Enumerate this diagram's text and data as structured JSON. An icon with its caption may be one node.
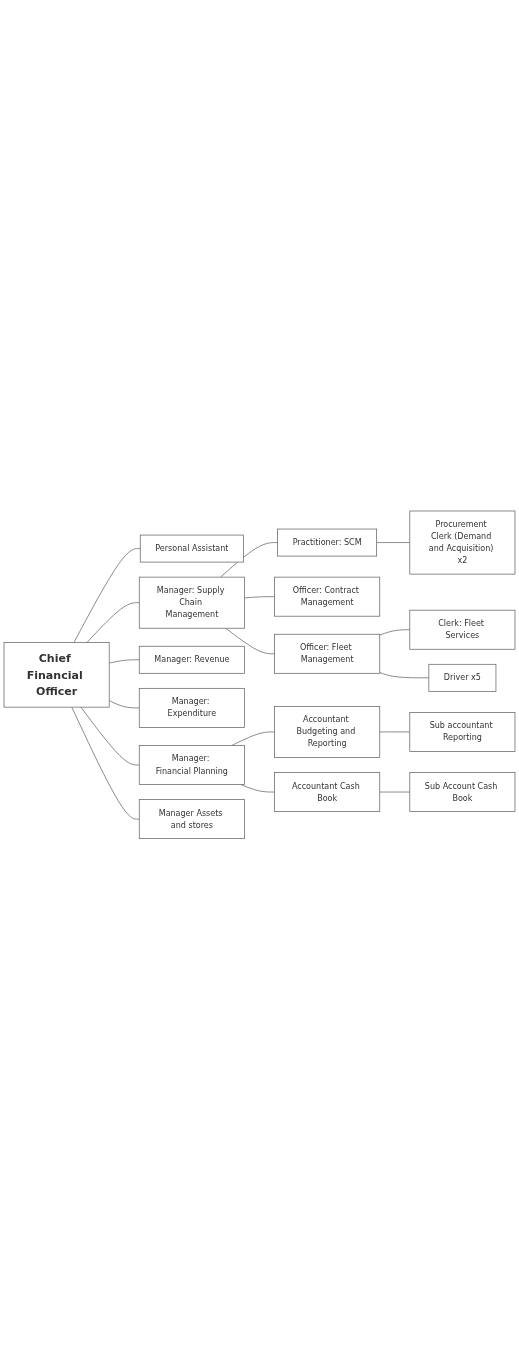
{
  "diagram": {
    "nodes": [
      {
        "text": [
          "Chief Financial Officer"
        ]
      },
      {
        "text": [
          "Personal Assistant"
        ]
      },
      {
        "text": [
          "Manager: Supply Chain Management"
        ]
      },
      {
        "text": [
          "Manager: Revenue"
        ]
      },
      {
        "text": [
          "Manager: Expenditure"
        ]
      },
      {
        "text": [
          "Manager: Financial Planning"
        ]
      },
      {
        "text": [
          "Manager Assets and stores"
        ]
      },
      {
        "text": [
          "Practitioner: SCM"
        ]
      },
      {
        "text": [
          "Officer: Contract Management"
        ]
      },
      {
        "text": [
          "Officer: Fleet Management"
        ]
      },
      {
        "text": [
          "Procurement Clerk (Demand and Acquisition) x2"
        ]
      },
      {
        "text": [
          "Clerk: Fleet Services"
        ]
      },
      {
        "text": [
          "Driver x5"
        ]
      },
      {
        "text": [
          "Accountant Budgeting and Reporting"
        ]
      },
      {
        "text": [
          "Accountant Cash Book"
        ]
      },
      {
        "text": [
          "Sub accountant Reporting"
        ]
      },
      {
        "text": [
          "Sub Account Cash Book"
        ]
      }
    ],
    "edges": [
      {
        "from": 0,
        "to": 1,
        "arrow": "none"
      },
      {
        "from": 0,
        "to": 2,
        "arrow": "none"
      },
      {
        "from": 0,
        "to": 3,
        "arrow": "none"
      },
      {
        "from": 0,
        "to": 4,
        "arrow": "none"
      },
      {
        "from": 0,
        "to": 5,
        "arrow": "none"
      },
      {
        "from": 0,
        "to": 6,
        "arrow": "none"
      },
      {
        "from": 2,
        "to": 7,
        "arrow": "none"
      },
      {
        "from": 2,
        "to": 8,
        "arrow": "none"
      },
      {
        "from": 2,
        "to": 9,
        "arrow": "none"
      },
      {
        "from": 7,
        "to": 10,
        "arrow": "none"
      },
      {
        "from": 9,
        "to": 11,
        "arrow": "none"
      },
      {
        "from": 9,
        "to": 12,
        "arrow": "none"
      },
      {
        "from": 5,
        "to": 13,
        "arrow": "none"
      },
      {
        "from": 5,
        "to": 14,
        "arrow": "none"
      },
      {
        "from": 13,
        "to": 15,
        "arrow": "none"
      },
      {
        "from": 14,
        "to": 16,
        "arrow": "none"
      }
    ]
  }
}
